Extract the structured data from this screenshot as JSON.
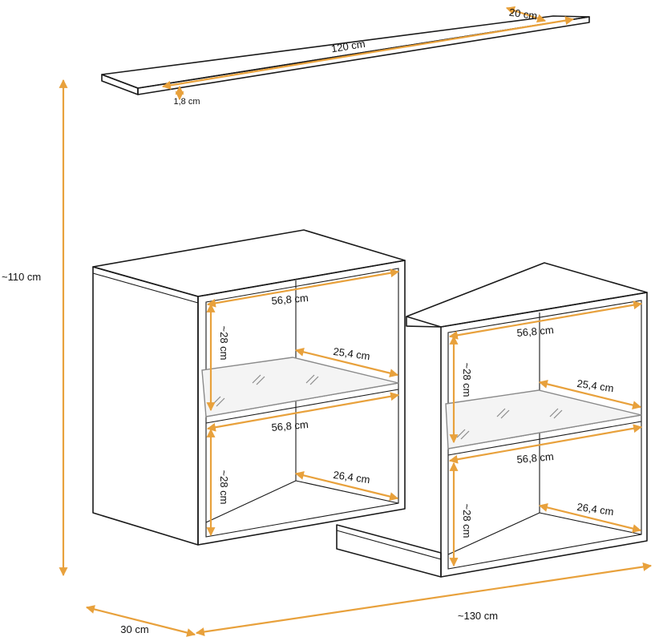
{
  "colors": {
    "dimension": "#e8a13c",
    "outline": "#1a1a1a",
    "glass": "#8a8a8a"
  },
  "labels": {
    "shelf_length": "120 cm",
    "shelf_depth": "20 cm",
    "shelf_thickness": "1,8 cm",
    "total_height": "~110 cm",
    "total_width": "~130 cm",
    "depth": "30 cm",
    "left_upper_width": "56,8 cm",
    "left_upper_height": "~28 cm",
    "left_shelf_depth": "25,4 cm",
    "left_lower_width": "56,8 cm",
    "left_lower_height": "~28 cm",
    "left_bottom_depth": "26,4 cm",
    "right_upper_width": "56,8 cm",
    "right_upper_height": "~28 cm",
    "right_shelf_depth": "25,4 cm",
    "right_lower_width": "56,8 cm",
    "right_lower_height": "~28 cm",
    "right_bottom_depth": "26,4 cm"
  }
}
